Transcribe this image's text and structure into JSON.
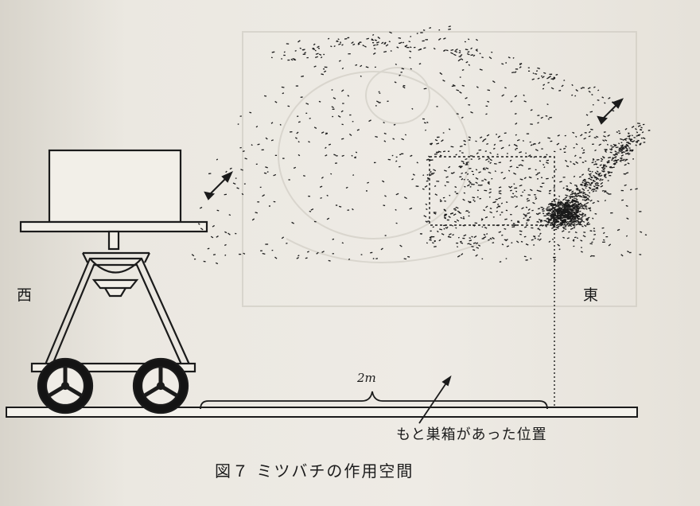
{
  "labels": {
    "west": "西",
    "east": "東",
    "distance": "2m",
    "nest_position": "もと巣箱があった位置"
  },
  "caption": "図７ ミツバチの作用空間",
  "ink_color": "#1b1b1b",
  "paper_color": "#ebe8e1"
}
